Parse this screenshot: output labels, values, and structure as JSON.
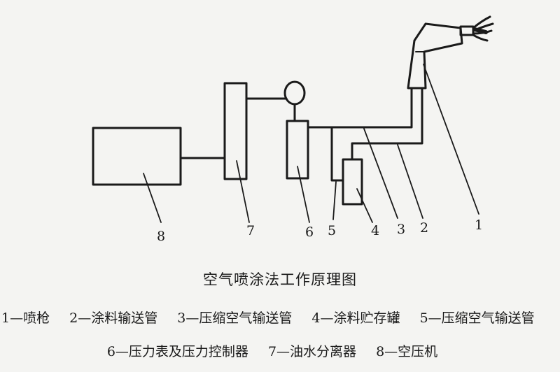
{
  "diagram": {
    "caption": "空气喷涂法工作原理图",
    "numbers": [
      "1",
      "2",
      "3",
      "4",
      "5",
      "6",
      "7",
      "8"
    ],
    "legend_row1": [
      "1—喷枪",
      "2—涂料输送管",
      "3—压缩空气输送管",
      "4—涂料贮存罐",
      "5—压缩空气输送管"
    ],
    "legend_row2": [
      "6—压力表及压力控制器",
      "7—油水分离器",
      "8—空压机"
    ]
  }
}
